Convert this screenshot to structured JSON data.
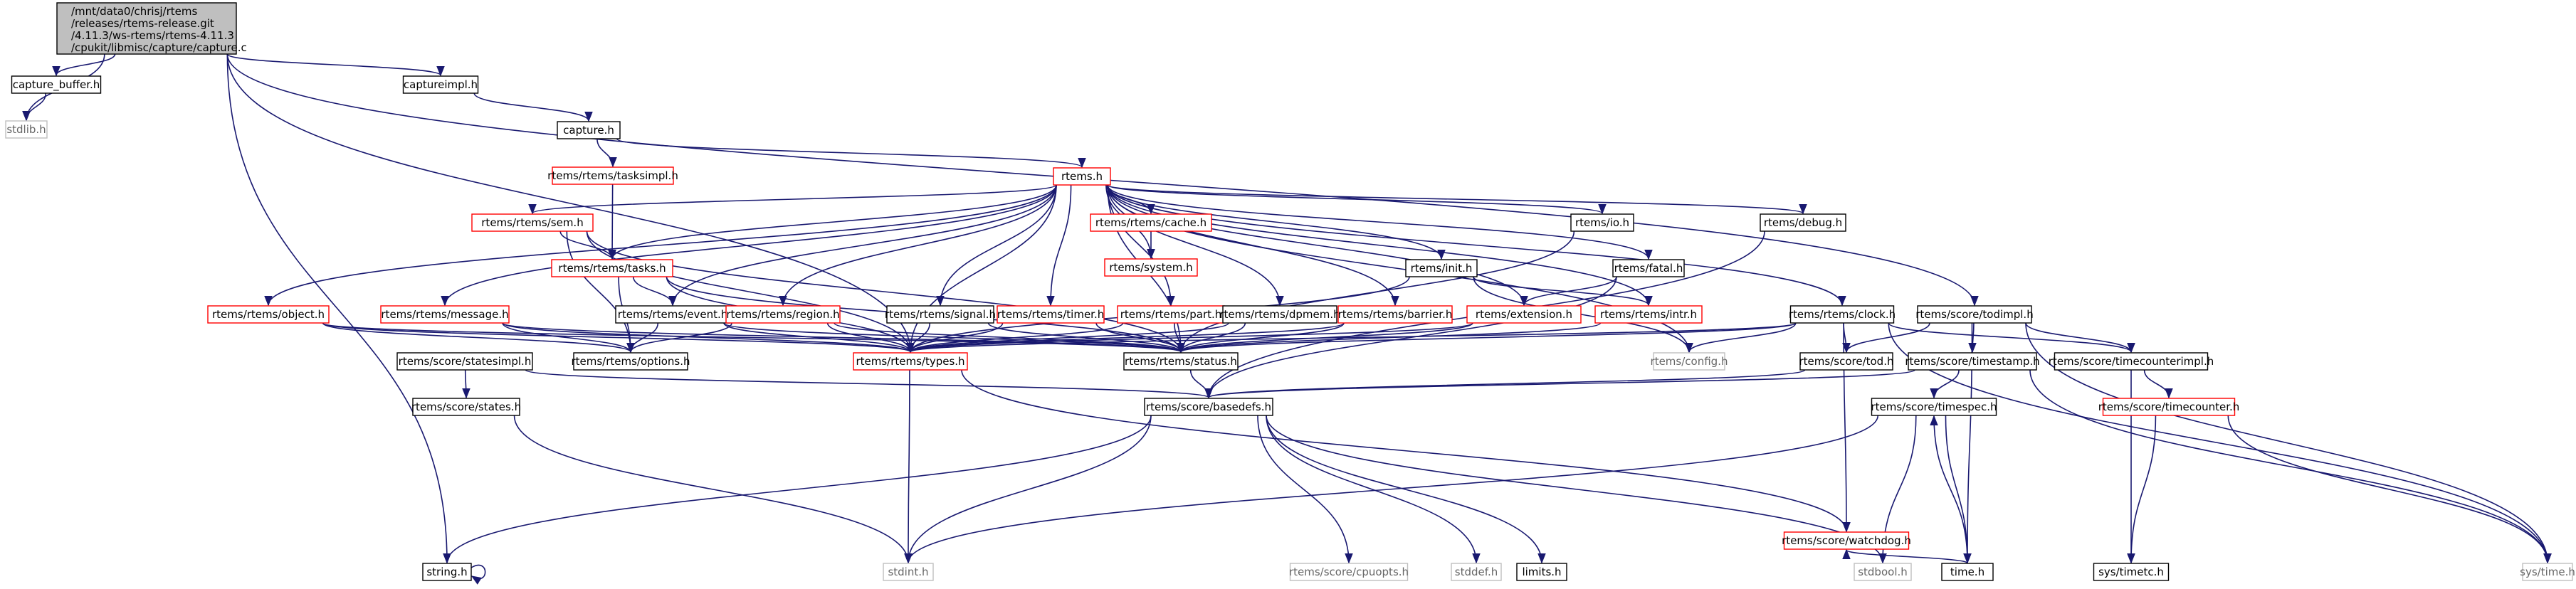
{
  "diagram": {
    "root": {
      "lines": [
        "/mnt/data0/chrisj/rtems",
        "/releases/rtems-release.git",
        "/4.11.3/ws-rtems/rtems-4.11.3",
        "/cpukit/libmisc/capture/capture.c"
      ]
    },
    "nodes": [
      {
        "id": "capture_buffer",
        "label": "capture_buffer.h",
        "kind": "plain"
      },
      {
        "id": "stdlib",
        "label": "stdlib.h",
        "kind": "grey"
      },
      {
        "id": "captureimpl",
        "label": "captureimpl.h",
        "kind": "plain"
      },
      {
        "id": "capture",
        "label": "capture.h",
        "kind": "plain"
      },
      {
        "id": "tasksimpl",
        "label": "rtems/rtems/tasksimpl.h",
        "kind": "red"
      },
      {
        "id": "rtems_h",
        "label": "rtems.h",
        "kind": "red"
      },
      {
        "id": "sem",
        "label": "rtems/rtems/sem.h",
        "kind": "red"
      },
      {
        "id": "cache",
        "label": "rtems/rtems/cache.h",
        "kind": "red"
      },
      {
        "id": "system",
        "label": "rtems/system.h",
        "kind": "red"
      },
      {
        "id": "tasks",
        "label": "rtems/rtems/tasks.h",
        "kind": "red"
      },
      {
        "id": "io",
        "label": "rtems/io.h",
        "kind": "plain"
      },
      {
        "id": "debug",
        "label": "rtems/debug.h",
        "kind": "plain"
      },
      {
        "id": "init",
        "label": "rtems/init.h",
        "kind": "plain"
      },
      {
        "id": "fatal",
        "label": "rtems/fatal.h",
        "kind": "plain"
      },
      {
        "id": "object",
        "label": "rtems/rtems/object.h",
        "kind": "red"
      },
      {
        "id": "message",
        "label": "rtems/rtems/message.h",
        "kind": "red"
      },
      {
        "id": "event",
        "label": "rtems/rtems/event.h",
        "kind": "plain"
      },
      {
        "id": "region",
        "label": "rtems/rtems/region.h",
        "kind": "red"
      },
      {
        "id": "signal",
        "label": "rtems/rtems/signal.h",
        "kind": "plain"
      },
      {
        "id": "timer",
        "label": "rtems/rtems/timer.h",
        "kind": "red"
      },
      {
        "id": "part",
        "label": "rtems/rtems/part.h",
        "kind": "red"
      },
      {
        "id": "dpmem",
        "label": "rtems/rtems/dpmem.h",
        "kind": "plain"
      },
      {
        "id": "barrier",
        "label": "rtems/rtems/barrier.h",
        "kind": "red"
      },
      {
        "id": "extension",
        "label": "rtems/extension.h",
        "kind": "red"
      },
      {
        "id": "intr",
        "label": "rtems/rtems/intr.h",
        "kind": "red"
      },
      {
        "id": "clock",
        "label": "rtems/rtems/clock.h",
        "kind": "plain"
      },
      {
        "id": "todimpl",
        "label": "rtems/score/todimpl.h",
        "kind": "plain"
      },
      {
        "id": "statesimpl",
        "label": "rtems/score/statesimpl.h",
        "kind": "plain"
      },
      {
        "id": "options",
        "label": "rtems/rtems/options.h",
        "kind": "plain"
      },
      {
        "id": "types",
        "label": "rtems/rtems/types.h",
        "kind": "red"
      },
      {
        "id": "status",
        "label": "rtems/rtems/status.h",
        "kind": "plain"
      },
      {
        "id": "config",
        "label": "rtems/config.h",
        "kind": "grey"
      },
      {
        "id": "tod",
        "label": "rtems/score/tod.h",
        "kind": "plain"
      },
      {
        "id": "timestamp",
        "label": "rtems/score/timestamp.h",
        "kind": "plain"
      },
      {
        "id": "timecounterimpl",
        "label": "rtems/score/timecounterimpl.h",
        "kind": "plain"
      },
      {
        "id": "states",
        "label": "rtems/score/states.h",
        "kind": "plain"
      },
      {
        "id": "basedefs",
        "label": "rtems/score/basedefs.h",
        "kind": "plain"
      },
      {
        "id": "timespec",
        "label": "rtems/score/timespec.h",
        "kind": "plain"
      },
      {
        "id": "timecounter",
        "label": "rtems/score/timecounter.h",
        "kind": "red"
      },
      {
        "id": "string",
        "label": "string.h",
        "kind": "plain"
      },
      {
        "id": "stdint",
        "label": "stdint.h",
        "kind": "grey"
      },
      {
        "id": "cpuopts",
        "label": "rtems/score/cpuopts.h",
        "kind": "grey"
      },
      {
        "id": "stddef",
        "label": "stddef.h",
        "kind": "grey"
      },
      {
        "id": "limits",
        "label": "limits.h",
        "kind": "plain"
      },
      {
        "id": "stdbool",
        "label": "stdbool.h",
        "kind": "grey"
      },
      {
        "id": "time_h",
        "label": "time.h",
        "kind": "plain"
      },
      {
        "id": "sys_timetc",
        "label": "sys/timetc.h",
        "kind": "plain"
      },
      {
        "id": "sys_time",
        "label": "sys/time.h",
        "kind": "grey"
      },
      {
        "id": "watchdog",
        "label": "rtems/score/watchdog.h",
        "kind": "red"
      }
    ],
    "edges": [
      [
        "root",
        "capture_buffer"
      ],
      [
        "root",
        "stdlib"
      ],
      [
        "root",
        "captureimpl"
      ],
      [
        "root",
        "string"
      ],
      [
        "root",
        "types"
      ],
      [
        "root",
        "todimpl"
      ],
      [
        "capture_buffer",
        "stdlib"
      ],
      [
        "captureimpl",
        "capture"
      ],
      [
        "capture",
        "tasksimpl"
      ],
      [
        "capture",
        "rtems_h"
      ],
      [
        "tasksimpl",
        "tasks"
      ],
      [
        "rtems_h",
        "sem"
      ],
      [
        "rtems_h",
        "cache"
      ],
      [
        "rtems_h",
        "system"
      ],
      [
        "rtems_h",
        "tasks"
      ],
      [
        "rtems_h",
        "io"
      ],
      [
        "rtems_h",
        "debug"
      ],
      [
        "rtems_h",
        "init"
      ],
      [
        "rtems_h",
        "fatal"
      ],
      [
        "rtems_h",
        "object"
      ],
      [
        "rtems_h",
        "message"
      ],
      [
        "rtems_h",
        "event"
      ],
      [
        "rtems_h",
        "region"
      ],
      [
        "rtems_h",
        "signal"
      ],
      [
        "rtems_h",
        "timer"
      ],
      [
        "rtems_h",
        "part"
      ],
      [
        "rtems_h",
        "dpmem"
      ],
      [
        "rtems_h",
        "barrier"
      ],
      [
        "rtems_h",
        "extension"
      ],
      [
        "rtems_h",
        "intr"
      ],
      [
        "rtems_h",
        "clock"
      ],
      [
        "rtems_h",
        "config"
      ],
      [
        "rtems_h",
        "types"
      ],
      [
        "rtems_h",
        "status"
      ],
      [
        "cache",
        "system"
      ],
      [
        "sem",
        "tasks"
      ],
      [
        "sem",
        "types"
      ],
      [
        "sem",
        "options"
      ],
      [
        "sem",
        "status"
      ],
      [
        "tasks",
        "event"
      ],
      [
        "tasks",
        "types"
      ],
      [
        "tasks",
        "status"
      ],
      [
        "tasks",
        "options"
      ],
      [
        "io",
        "status"
      ],
      [
        "debug",
        "basedefs"
      ],
      [
        "init",
        "types"
      ],
      [
        "init",
        "intr"
      ],
      [
        "init",
        "config"
      ],
      [
        "fatal",
        "extension"
      ],
      [
        "fatal",
        "basedefs"
      ],
      [
        "object",
        "types"
      ],
      [
        "object",
        "options"
      ],
      [
        "object",
        "status"
      ],
      [
        "message",
        "types"
      ],
      [
        "message",
        "options"
      ],
      [
        "message",
        "status"
      ],
      [
        "event",
        "options"
      ],
      [
        "event",
        "types"
      ],
      [
        "event",
        "status"
      ],
      [
        "region",
        "types"
      ],
      [
        "region",
        "options"
      ],
      [
        "region",
        "status"
      ],
      [
        "signal",
        "types"
      ],
      [
        "signal",
        "status"
      ],
      [
        "timer",
        "types"
      ],
      [
        "timer",
        "status"
      ],
      [
        "part",
        "types"
      ],
      [
        "part",
        "status"
      ],
      [
        "dpmem",
        "types"
      ],
      [
        "dpmem",
        "status"
      ],
      [
        "barrier",
        "types"
      ],
      [
        "barrier",
        "status"
      ],
      [
        "extension",
        "types"
      ],
      [
        "extension",
        "status"
      ],
      [
        "intr",
        "status"
      ],
      [
        "clock",
        "types"
      ],
      [
        "clock",
        "status"
      ],
      [
        "clock",
        "config"
      ],
      [
        "clock",
        "tod"
      ],
      [
        "clock",
        "timecounterimpl"
      ],
      [
        "clock",
        "sys_time"
      ],
      [
        "clock",
        "watchdog"
      ],
      [
        "todimpl",
        "tod"
      ],
      [
        "todimpl",
        "timestamp"
      ],
      [
        "todimpl",
        "timecounterimpl"
      ],
      [
        "todimpl",
        "time_h"
      ],
      [
        "todimpl",
        "sys_time"
      ],
      [
        "statesimpl",
        "states"
      ],
      [
        "statesimpl",
        "basedefs"
      ],
      [
        "types",
        "stdint"
      ],
      [
        "types",
        "watchdog"
      ],
      [
        "status",
        "basedefs"
      ],
      [
        "tod",
        "basedefs"
      ],
      [
        "timestamp",
        "basedefs"
      ],
      [
        "timestamp",
        "timespec"
      ],
      [
        "timestamp",
        "sys_time"
      ],
      [
        "timecounterimpl",
        "timecounter"
      ],
      [
        "timecounterimpl",
        "sys_timetc"
      ],
      [
        "states",
        "stdint"
      ],
      [
        "basedefs",
        "string"
      ],
      [
        "basedefs",
        "stdint"
      ],
      [
        "basedefs",
        "cpuopts"
      ],
      [
        "basedefs",
        "stddef"
      ],
      [
        "basedefs",
        "limits"
      ],
      [
        "basedefs",
        "stdbool"
      ],
      [
        "timespec",
        "stdint"
      ],
      [
        "timespec",
        "stdbool"
      ],
      [
        "timespec",
        "time_h"
      ],
      [
        "time_h",
        "timespec"
      ],
      [
        "time_h",
        "watchdog"
      ],
      [
        "timecounter",
        "sys_timetc"
      ],
      [
        "timecounter",
        "sys_time"
      ],
      [
        "string",
        "string"
      ]
    ]
  }
}
